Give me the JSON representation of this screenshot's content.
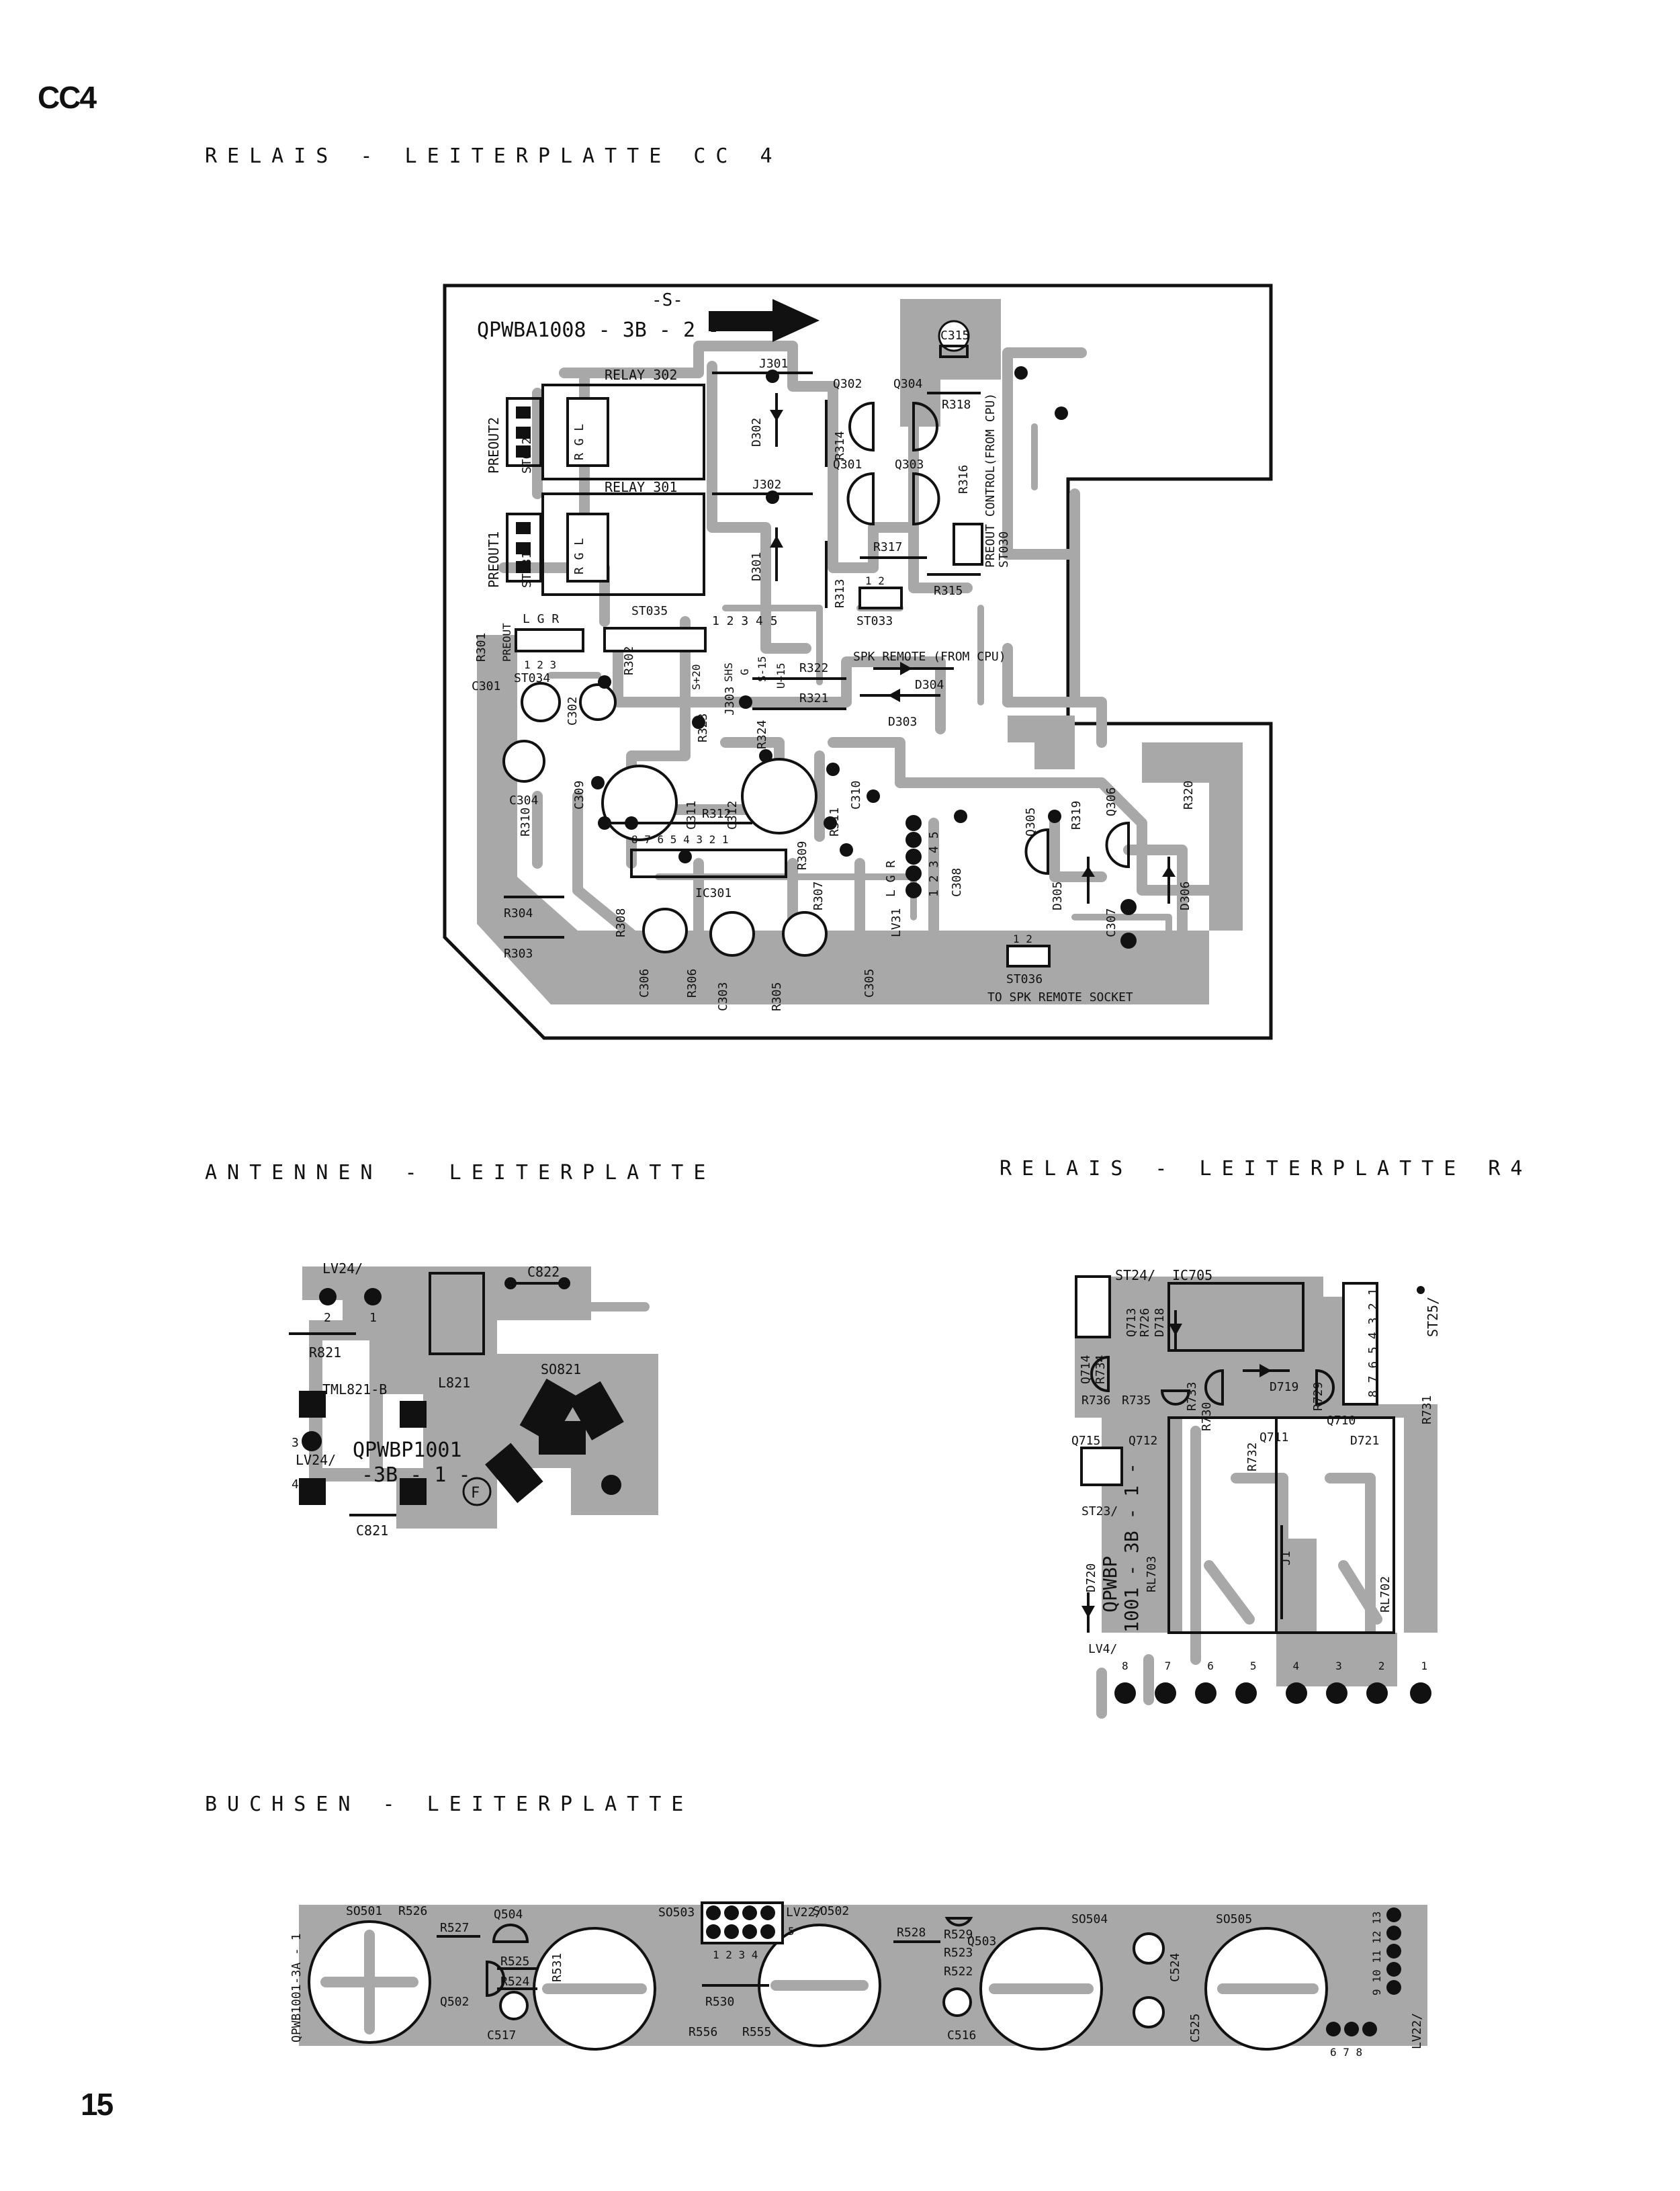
{
  "page": {
    "corner_label": "CC4",
    "page_number": "15"
  },
  "sections": {
    "relais_cc4": {
      "title": "RELAIS - LEITERPLATTE CC 4"
    },
    "antennen": {
      "title": "ANTENNEN - LEITERPLATTE"
    },
    "relais_r4": {
      "title": "RELAIS - LEITERPLATTE R4"
    },
    "buchsen": {
      "title": "BUCHSEN - LEITERPLATTE"
    }
  },
  "boards": {
    "cc4": {
      "part_no": "QPWBA1008 - 3B - 2 -",
      "mark_s": "-S-",
      "labels": {
        "relay302": "RELAY 302",
        "relay301": "RELAY 301",
        "preout2": "PREOUT2",
        "preout1": "PREOUT1",
        "st032": "ST032",
        "st031": "ST031",
        "st035": "ST035",
        "st034": "ST034",
        "st033": "ST033",
        "st030": "ST030",
        "st036": "ST036",
        "j301": "J301",
        "j302": "J302",
        "j303": "J303",
        "c315": "C315",
        "r318": "R318",
        "r316": "R316",
        "r314": "R314",
        "r313": "R313",
        "r317": "R317",
        "r315": "R315",
        "r322": "R322",
        "r321": "R321",
        "r323": "R323",
        "r324": "R324",
        "r301": "R301",
        "r302": "R302",
        "r310": "R310",
        "r312": "R312",
        "r311": "R311",
        "r309": "R309",
        "r307": "R307",
        "r308": "R308",
        "r304": "R304",
        "r303": "R303",
        "r306": "R306",
        "r305": "R305",
        "r319": "R319",
        "r320": "R320",
        "q302": "Q302",
        "q304": "Q304",
        "q301": "Q301",
        "q303": "Q303",
        "q305": "Q305",
        "q306": "Q306",
        "d302": "D302",
        "d301": "D301",
        "d304": "D304",
        "d303": "D303",
        "d305": "D305",
        "d306": "D306",
        "c301": "C301",
        "c302": "C302",
        "c304": "C304",
        "c309": "C309",
        "c311": "C311",
        "c312": "C312",
        "c310": "C310",
        "c308": "C308",
        "c307": "C307",
        "c306": "C306",
        "c303": "C303",
        "c305": "C305",
        "ic301": "IC301",
        "lv31": "LV31",
        "preout_ctrl": "PREOUT CONTROL(FROM CPU)",
        "spk_remote": "SPK REMOTE (FROM CPU)",
        "to_spk": "TO SPK REMOTE SOCKET",
        "preout_small": "PREOUT",
        "lgr": "L  G  R",
        "pins5": "1 2 3 4 5",
        "pins8": "8 7 6 5 4 3 2 1",
        "pins12": "1 2",
        "pins123": "1  2  3",
        "rgl": "R G L",
        "lgr_v": "L G R",
        "pins_lv31": "1 2 3 4 5",
        "s20": "S+20",
        "shs": "SHS",
        "g": "G",
        "s15": "S-15",
        "u15": "U+15"
      }
    },
    "antennen": {
      "part_no": "QPWBP1001",
      "part_sub": "-3B - 1 -",
      "labels": {
        "lv24_top": "LV24/",
        "lv24_mid": "LV24/",
        "c822": "C822",
        "r821": "R821",
        "tml821b": "TML821-B",
        "l821": "L821",
        "so821": "SO821",
        "c821": "C821",
        "f": "F",
        "pin2": "2",
        "pin1": "1",
        "pin3": "3",
        "pin4": "4"
      }
    },
    "r4": {
      "part_no": "QPWBP",
      "part_sub": "1001 - 3B - 1 -",
      "labels": {
        "st241": "ST24/",
        "ic705": "IC705",
        "st251": "ST25/",
        "q713": "Q713",
        "r726": "R726",
        "d718": "D718",
        "q714": "Q714",
        "r734": "R734",
        "r736": "R736",
        "r735": "R735",
        "r733": "R733",
        "r730": "R730",
        "d719": "D719",
        "r729": "R729",
        "q710": "Q710",
        "q715": "Q715",
        "q712": "Q712",
        "q711": "Q711",
        "r732": "R732",
        "d721": "D721",
        "r731": "R731",
        "st231": "ST23/",
        "d720": "D720",
        "rl703": "RL703",
        "rl702": "RL702",
        "lv4": "LV4/",
        "j1": "J1",
        "pins": "8 7 6 5 4 3 2 1"
      }
    },
    "buchsen": {
      "part_no": "QPWB1001-3A - 1",
      "labels": {
        "so501": "SO501",
        "r526": "R526",
        "r527": "R527",
        "q504": "Q504",
        "r525": "R525",
        "r524": "R524",
        "q502": "Q502",
        "r531": "R531",
        "c517": "C517",
        "so503": "SO503",
        "lv22_top": "LV22/",
        "r530": "R530",
        "r556": "R556",
        "r555": "R555",
        "so502": "SO502",
        "r528": "R528",
        "r529": "R529",
        "q503": "Q503",
        "r523": "R523",
        "r522": "R522",
        "c516": "C516",
        "so504": "SO504",
        "so505": "SO505",
        "c524": "C524",
        "c525": "C525",
        "lv22_side": "LV22/",
        "pins_right": "9 10 11 12 13",
        "pins_bottom": "6 7 8",
        "pins_so503": "1 2 3 4",
        "pin5": "5"
      }
    }
  }
}
